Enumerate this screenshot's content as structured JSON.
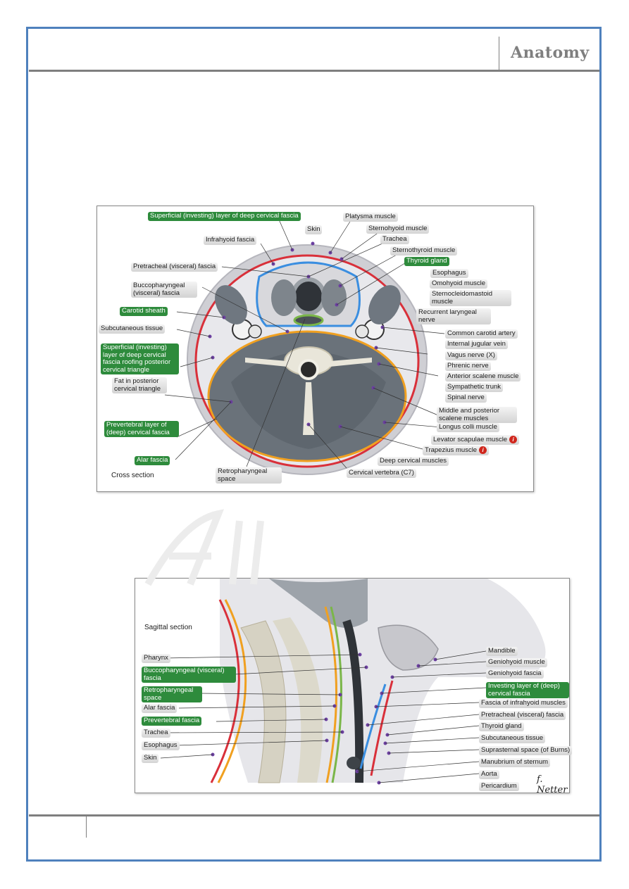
{
  "header": {
    "title": "Anatomy"
  },
  "figure1": {
    "caption": "Cross section",
    "labels": {
      "superficial_layer": "Superficial (investing) layer of deep cervical fascia",
      "platysma": "Platysma muscle",
      "skin": "Skin",
      "sternohyoid": "Sternohyoid muscle",
      "infrahyoid_fascia": "Infrahyoid fascia",
      "trachea": "Trachea",
      "sternothyroid": "Sternothyroid muscle",
      "pretracheal": "Pretracheal (visceral) fascia",
      "thyroid": "Thyroid gland",
      "esophagus": "Esophagus",
      "buccopharyngeal": "Buccopharyngeal (visceral) fascia",
      "omohyoid": "Omohyoid muscle",
      "scm": "Sternocleidomastoid muscle",
      "carotid_sheath": "Carotid sheath",
      "recurrent_laryngeal": "Recurrent laryngeal nerve",
      "subcutaneous": "Subcutaneous tissue",
      "common_carotid": "Common carotid artery",
      "internal_jugular": "Internal jugular vein",
      "superficial_posterior": "Superficial (investing) layer of deep cervical fascia roofing posterior cervical triangle",
      "vagus": "Vagus nerve (X)",
      "phrenic": "Phrenic nerve",
      "fat_posterior": "Fat in posterior cervical triangle",
      "anterior_scalene": "Anterior scalene muscle",
      "sympathetic": "Sympathetic trunk",
      "spinal_nerve": "Spinal nerve",
      "prevertebral": "Prevertebral layer of (deep) cervical fascia",
      "middle_posterior_scalene": "Middle and posterior scalene muscles",
      "longus_colli": "Longus colli muscle",
      "levator_scapulae": "Levator scapulae muscle",
      "trapezius": "Trapezius muscle",
      "alar": "Alar fascia",
      "deep_cervical": "Deep cervical muscles",
      "retropharyngeal": "Retropharyngeal space",
      "cervical_vertebra": "Cervical vertebra (C7)"
    }
  },
  "figure2": {
    "caption": "Sagittal section",
    "labels": {
      "pharynx": "Pharynx",
      "buccopharyngeal": "Buccopharyngeal (visceral) fascia",
      "retropharyngeal": "Retropharyngeal space",
      "alar": "Alar fascia",
      "prevertebral": "Prevertebral fascia",
      "trachea": "Trachea",
      "esophagus": "Esophagus",
      "skin": "Skin",
      "mandible": "Mandible",
      "geniohyoid_muscle": "Geniohyoid muscle",
      "geniohyoid_fascia": "Geniohyoid fascia",
      "investing_layer": "Investing layer of (deep) cervical fascia",
      "fascia_infrahyoid": "Fascia of infrahyoid muscles",
      "pretracheal": "Pretracheal (visceral) fascia",
      "thyroid": "Thyroid gland",
      "subcutaneous": "Subcutaneous tissue",
      "suprasternal": "Suprasternal space (of Burns)",
      "manubrium": "Manubrium of sternum",
      "aorta": "Aorta",
      "pericardium": "Pericardium"
    },
    "signature": "f. Netter"
  },
  "colors": {
    "border": "#4f81bd",
    "rule": "#7f7f7f",
    "green_label": "#2e8b3c",
    "fascia_red": "#d9303a",
    "fascia_orange": "#f0a020",
    "fascia_blue": "#3a8ee0",
    "fascia_green": "#7ab648"
  }
}
